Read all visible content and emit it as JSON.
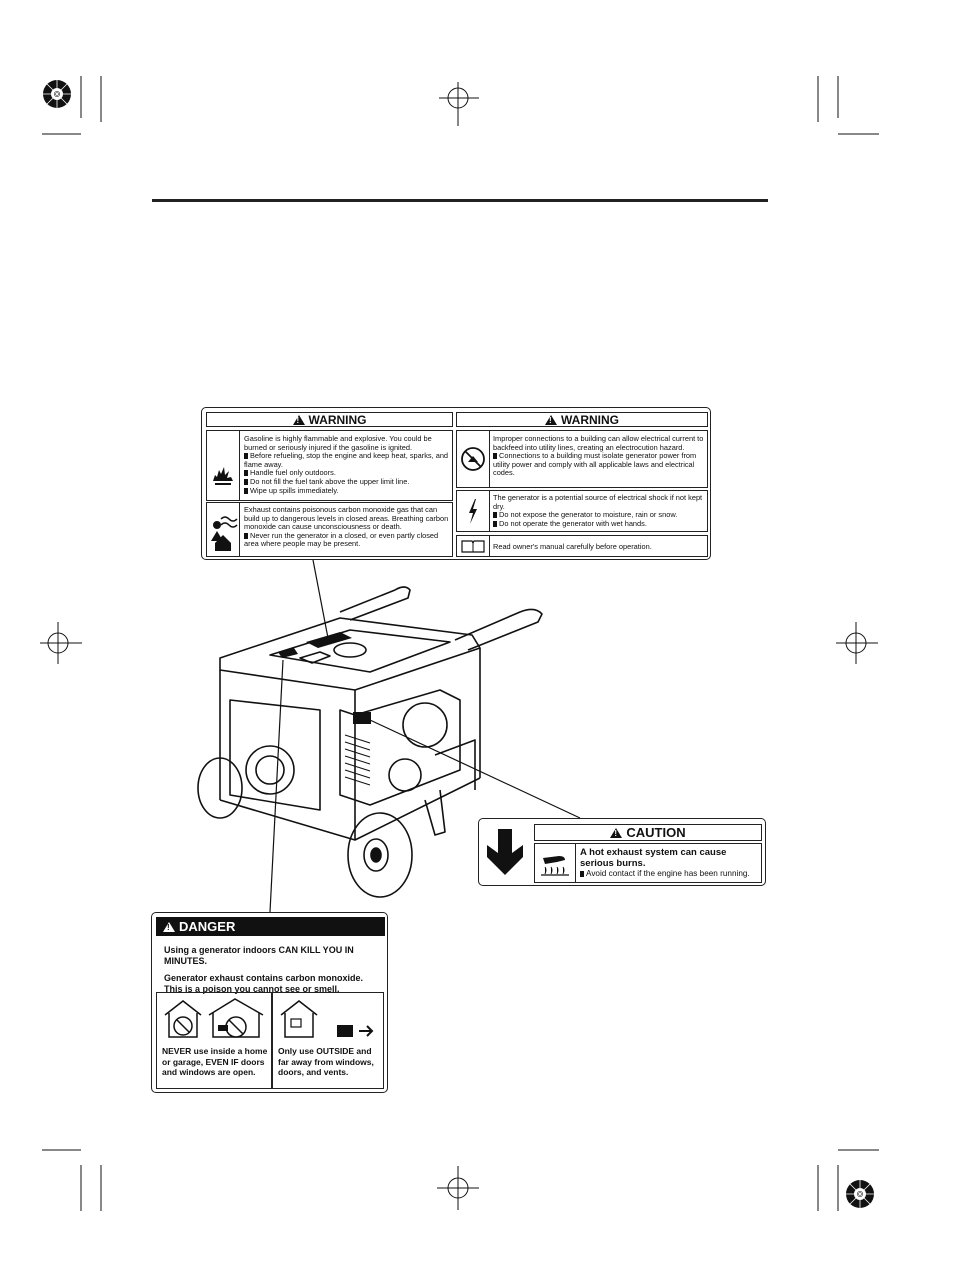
{
  "warning_left": {
    "header": "WARNING",
    "gasoline": {
      "intro": "Gasoline is highly flammable and explosive. You could be burned or seriously injured if the gasoline is ignited.",
      "bullets": [
        "Before refueling, stop the engine and keep heat, sparks, and flame away.",
        "Handle fuel only outdoors.",
        "Do not fill the fuel tank above the upper limit line.",
        "Wipe up spills immediately."
      ]
    },
    "exhaust": {
      "intro": "Exhaust contains poisonous carbon monoxide gas that can build up to dangerous levels in closed areas. Breathing carbon monoxide can cause unconsciousness or death.",
      "bullets": [
        "Never run the generator in a closed, or even partly closed area where people may be present."
      ]
    }
  },
  "warning_right": {
    "header": "WARNING",
    "connections": {
      "intro": "Improper connections to a building can allow electrical current to backfeed into utility lines, creating an electrocution hazard.",
      "bullets": [
        "Connections to a building must isolate generator power from utility power and comply with all applicable laws and electrical codes."
      ]
    },
    "shock": {
      "intro": "The generator is a potential source of electrical shock if not kept dry.",
      "bullets": [
        "Do not expose the generator to moisture, rain or snow.",
        "Do not operate the generator with wet hands."
      ]
    },
    "manual": "Read owner's manual carefully before operation."
  },
  "caution": {
    "header": "CAUTION",
    "main": "A hot exhaust system can cause serious burns.",
    "bullet": "Avoid contact if the engine has been running."
  },
  "danger": {
    "header": "DANGER",
    "line1": "Using a generator indoors CAN KILL YOU IN MINUTES.",
    "line2": "Generator exhaust contains carbon monoxide.",
    "line3": "This is a poison you cannot see or smell.",
    "never_text": "NEVER use inside a home or garage, EVEN IF doors and windows are open.",
    "outside_text": "Only use OUTSIDE and far away from windows, doors, and vents."
  }
}
